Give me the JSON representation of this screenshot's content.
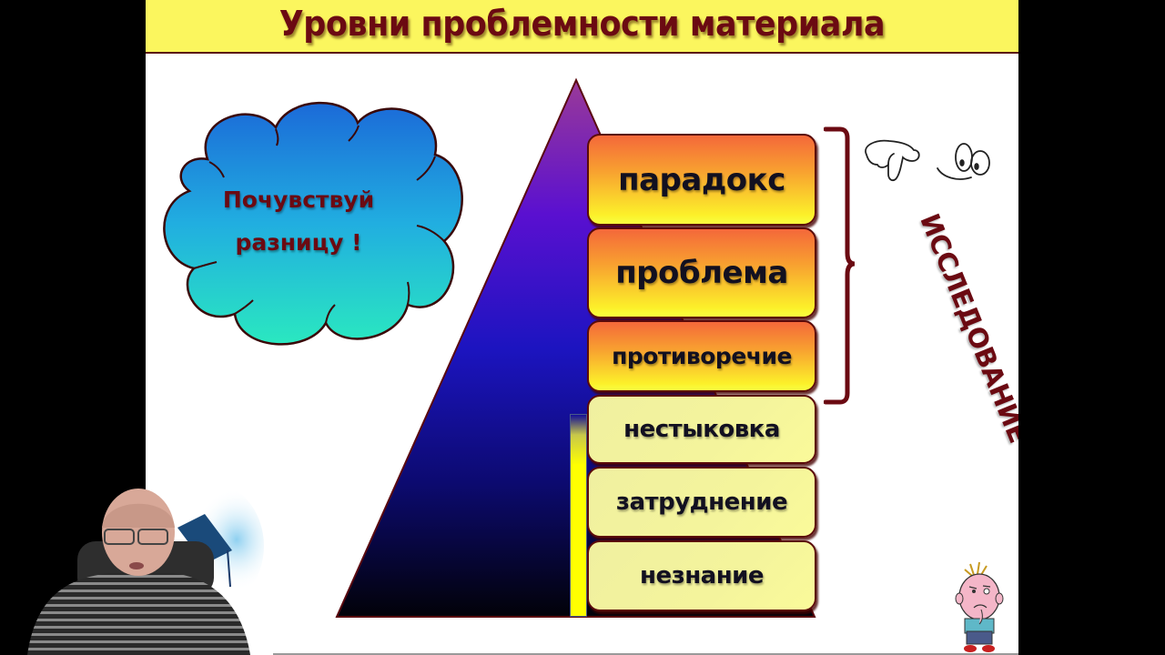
{
  "slide": {
    "title": "Уровни проблемности материала",
    "cloud": {
      "line1": "Почувствуй",
      "line2": "разницу !"
    },
    "levels": [
      {
        "label": "парадокс",
        "group": "research"
      },
      {
        "label": "проблема",
        "group": "research"
      },
      {
        "label": "противоречие",
        "group": "research"
      },
      {
        "label": "нестыковка",
        "group": "basic"
      },
      {
        "label": "затруднение",
        "group": "basic"
      },
      {
        "label": "незнание",
        "group": "basic"
      }
    ],
    "bracket_label": "ИССЛЕДОВАНИЕ",
    "icons": [
      "pointing-hand-icon",
      "googly-eyes-face-icon",
      "thinking-boy-icon"
    ],
    "colors": {
      "title_band": "#fbf65e",
      "title_text": "#6b0a12",
      "bracket": "#6b0a12",
      "pyramid_top": "#8a3aa0",
      "pyramid_mid": "#1a10c8",
      "pyramid_bottom": "#020210",
      "hot_level_top": "#f4683a",
      "hot_level_bottom": "#fcf02a",
      "mild_level": "#f4f49c"
    }
  },
  "webcam": {
    "description": "presenter-video-overlay"
  }
}
